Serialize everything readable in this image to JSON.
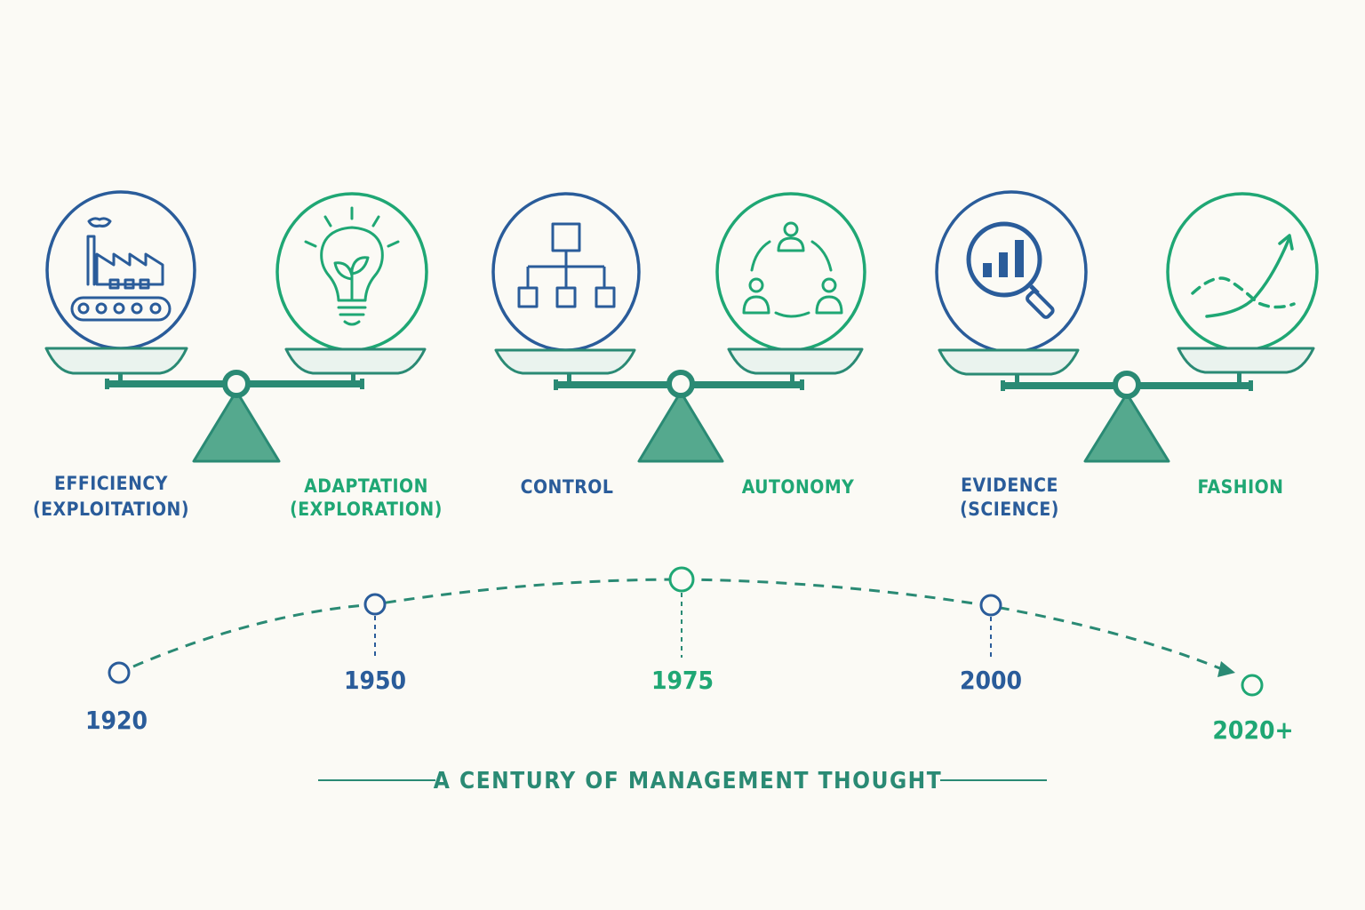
{
  "colors": {
    "blue": "#2a5c9a",
    "green": "#1fa774",
    "teal": "#2a8a74",
    "teal_fill": "#55a98e",
    "pan_fill": "#eaf3ee",
    "background": "#fbfaf5"
  },
  "balances": [
    {
      "left": {
        "icon": "factory-icon",
        "color": "blue",
        "lines": [
          "EFFICIENCY",
          "(EXPLOITATION)"
        ]
      },
      "right": {
        "icon": "lightbulb-icon",
        "color": "green",
        "lines": [
          "ADAPTATION",
          "(EXPLORATION)"
        ]
      }
    },
    {
      "left": {
        "icon": "org-chart-icon",
        "color": "blue",
        "lines": [
          "CONTROL"
        ]
      },
      "right": {
        "icon": "team-cycle-icon",
        "color": "green",
        "lines": [
          "AUTONOMY"
        ]
      }
    },
    {
      "left": {
        "icon": "magnifier-chart-icon",
        "color": "blue",
        "lines": [
          "EVIDENCE",
          "(SCIENCE)"
        ]
      },
      "right": {
        "icon": "trend-arrow-icon",
        "color": "green",
        "lines": [
          "FASHION"
        ]
      }
    }
  ],
  "timeline": {
    "years": [
      {
        "label": "1920",
        "color": "blue"
      },
      {
        "label": "1950",
        "color": "blue"
      },
      {
        "label": "1975",
        "color": "green"
      },
      {
        "label": "2000",
        "color": "blue"
      },
      {
        "label": "2020+",
        "color": "green"
      }
    ],
    "caption": "A CENTURY OF MANAGEMENT THOUGHT"
  }
}
